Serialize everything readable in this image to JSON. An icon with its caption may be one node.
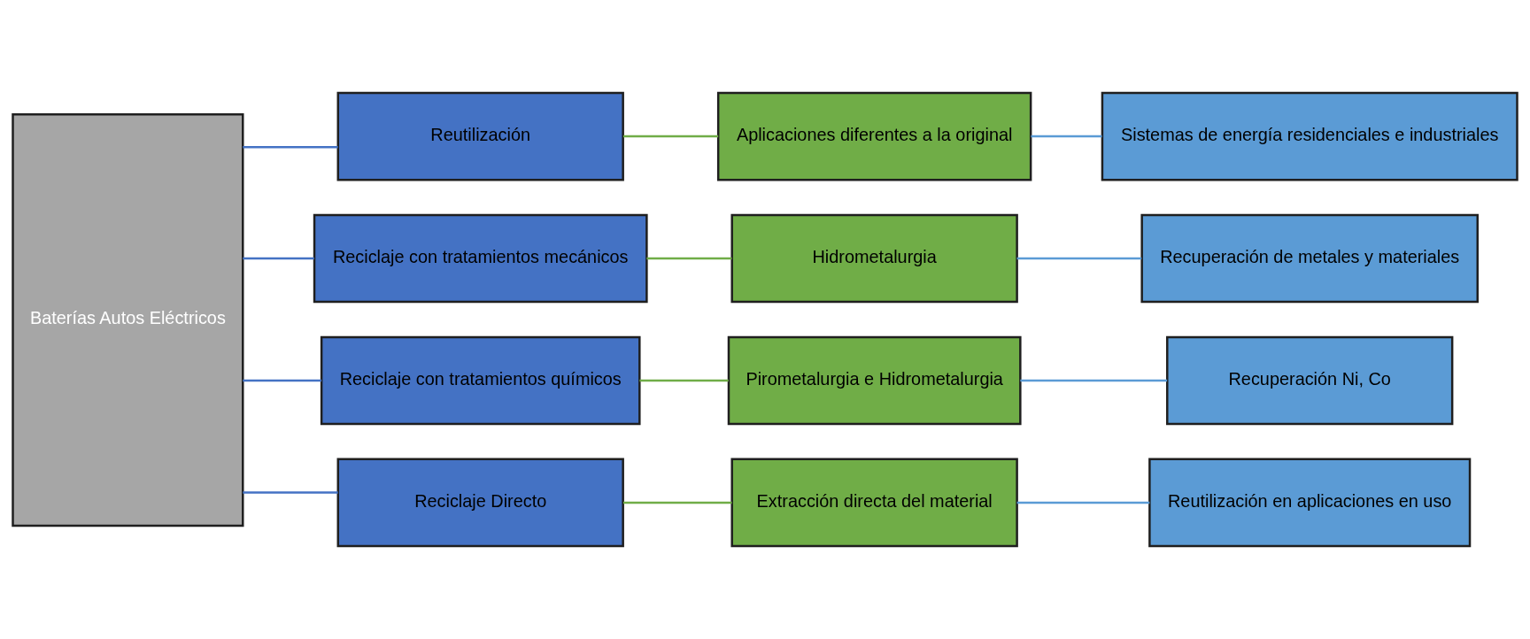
{
  "diagram": {
    "nodes": [
      {
        "text": [
          "Baterías Autos Eléctricos"
        ]
      },
      {
        "text": [
          "Reutilización"
        ]
      },
      {
        "text": [
          "Reciclaje con tratamientos mecánicos"
        ]
      },
      {
        "text": [
          "Reciclaje con tratamientos químicos"
        ]
      },
      {
        "text": [
          "Reciclaje Directo"
        ]
      },
      {
        "text": [
          "Aplicaciones diferentes a la original"
        ]
      },
      {
        "text": [
          "Hidrometalurgia"
        ]
      },
      {
        "text": [
          "Pirometalurgia e Hidrometalurgia"
        ]
      },
      {
        "text": [
          "Extracción directa del material"
        ]
      },
      {
        "text": [
          "Sistemas de energía residenciales e industriales"
        ]
      },
      {
        "text": [
          "Recuperación de metales y materiales"
        ]
      },
      {
        "text": [
          "Recuperación Ni, Co"
        ]
      },
      {
        "text": [
          "Reutilización en aplicaciones en uso"
        ]
      }
    ],
    "edges": [
      {
        "from": 0,
        "to": 1,
        "arrow": "none",
        "color": "#4472c4"
      },
      {
        "from": 0,
        "to": 2,
        "arrow": "none",
        "color": "#4472c4"
      },
      {
        "from": 0,
        "to": 3,
        "arrow": "none",
        "color": "#4472c4"
      },
      {
        "from": 0,
        "to": 4,
        "arrow": "none",
        "color": "#4472c4"
      },
      {
        "from": 1,
        "to": 5,
        "arrow": "none",
        "color": "#70ad47"
      },
      {
        "from": 2,
        "to": 6,
        "arrow": "none",
        "color": "#70ad47"
      },
      {
        "from": 3,
        "to": 7,
        "arrow": "none",
        "color": "#70ad47"
      },
      {
        "from": 4,
        "to": 8,
        "arrow": "none",
        "color": "#70ad47"
      },
      {
        "from": 5,
        "to": 9,
        "arrow": "none",
        "color": "#5b9bd5"
      },
      {
        "from": 6,
        "to": 10,
        "arrow": "none",
        "color": "#5b9bd5"
      },
      {
        "from": 7,
        "to": 11,
        "arrow": "none",
        "color": "#5b9bd5"
      },
      {
        "from": 8,
        "to": 12,
        "arrow": "none",
        "color": "#5b9bd5"
      }
    ]
  }
}
